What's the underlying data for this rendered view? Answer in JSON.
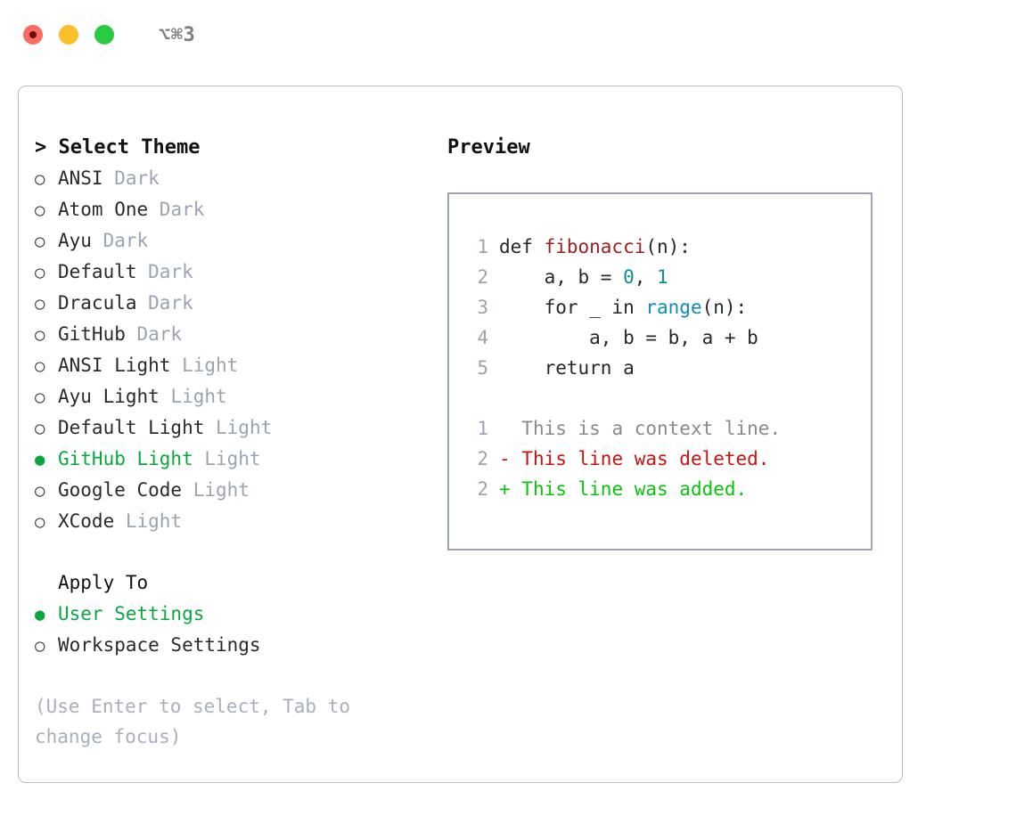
{
  "titlebar": {
    "shortcut": "⌥⌘3",
    "buttons": [
      {
        "name": "close",
        "color": "#fb6a63"
      },
      {
        "name": "minimize",
        "color": "#fcbe2b"
      },
      {
        "name": "zoom",
        "color": "#2acb42"
      }
    ]
  },
  "theme_picker": {
    "caret": ">",
    "header": "Select Theme",
    "bullet_unselected": "○",
    "bullet_selected": "●",
    "items": [
      {
        "label": "ANSI",
        "variant": "Dark",
        "selected": false
      },
      {
        "label": "Atom One",
        "variant": "Dark",
        "selected": false
      },
      {
        "label": "Ayu",
        "variant": "Dark",
        "selected": false
      },
      {
        "label": "Default",
        "variant": "Dark",
        "selected": false
      },
      {
        "label": "Dracula",
        "variant": "Dark",
        "selected": false
      },
      {
        "label": "GitHub",
        "variant": "Dark",
        "selected": false
      },
      {
        "label": "ANSI Light",
        "variant": "Light",
        "selected": false
      },
      {
        "label": "Ayu Light",
        "variant": "Light",
        "selected": false
      },
      {
        "label": "Default Light",
        "variant": "Light",
        "selected": false
      },
      {
        "label": "GitHub Light",
        "variant": "Light",
        "selected": true
      },
      {
        "label": "Google Code",
        "variant": "Light",
        "selected": false
      },
      {
        "label": "XCode",
        "variant": "Light",
        "selected": false
      }
    ]
  },
  "apply_to": {
    "header": "Apply To",
    "items": [
      {
        "label": "User Settings",
        "selected": true
      },
      {
        "label": "Workspace Settings",
        "selected": false
      }
    ]
  },
  "hint": "(Use Enter to select, Tab to change focus)",
  "preview": {
    "title": "Preview",
    "code_lines": [
      {
        "no": "1",
        "segments": [
          {
            "text": "def ",
            "token": "plain"
          },
          {
            "text": "fibonacci",
            "token": "function"
          },
          {
            "text": "(n):",
            "token": "plain"
          }
        ]
      },
      {
        "no": "2",
        "segments": [
          {
            "text": "    a, b = ",
            "token": "plain"
          },
          {
            "text": "0",
            "token": "number"
          },
          {
            "text": ", ",
            "token": "plain"
          },
          {
            "text": "1",
            "token": "number"
          }
        ]
      },
      {
        "no": "3",
        "segments": [
          {
            "text": "    for _ in ",
            "token": "plain"
          },
          {
            "text": "range",
            "token": "keyword"
          },
          {
            "text": "(n):",
            "token": "plain"
          }
        ]
      },
      {
        "no": "4",
        "segments": [
          {
            "text": "        a, b = b, a + b",
            "token": "plain"
          }
        ]
      },
      {
        "no": "5",
        "segments": [
          {
            "text": "    return a",
            "token": "plain"
          }
        ]
      }
    ],
    "diff_lines": [
      {
        "no": "1",
        "marker": " ",
        "text": " This is a context line.",
        "kind": "context"
      },
      {
        "no": "2",
        "marker": "-",
        "text": " This line was deleted.",
        "kind": "deleted"
      },
      {
        "no": "2",
        "marker": "+",
        "text": " This line was added.",
        "kind": "added"
      }
    ]
  },
  "colors": {
    "accent_green": "#0aa83c",
    "muted_gray": "#9aa4b2",
    "diff_deleted": "#cc1111",
    "diff_added": "#08c40a",
    "token_function": "#a01e20",
    "token_number": "#0a8f8f",
    "token_keyword": "#0d8db5",
    "border": "#b9bec6"
  }
}
